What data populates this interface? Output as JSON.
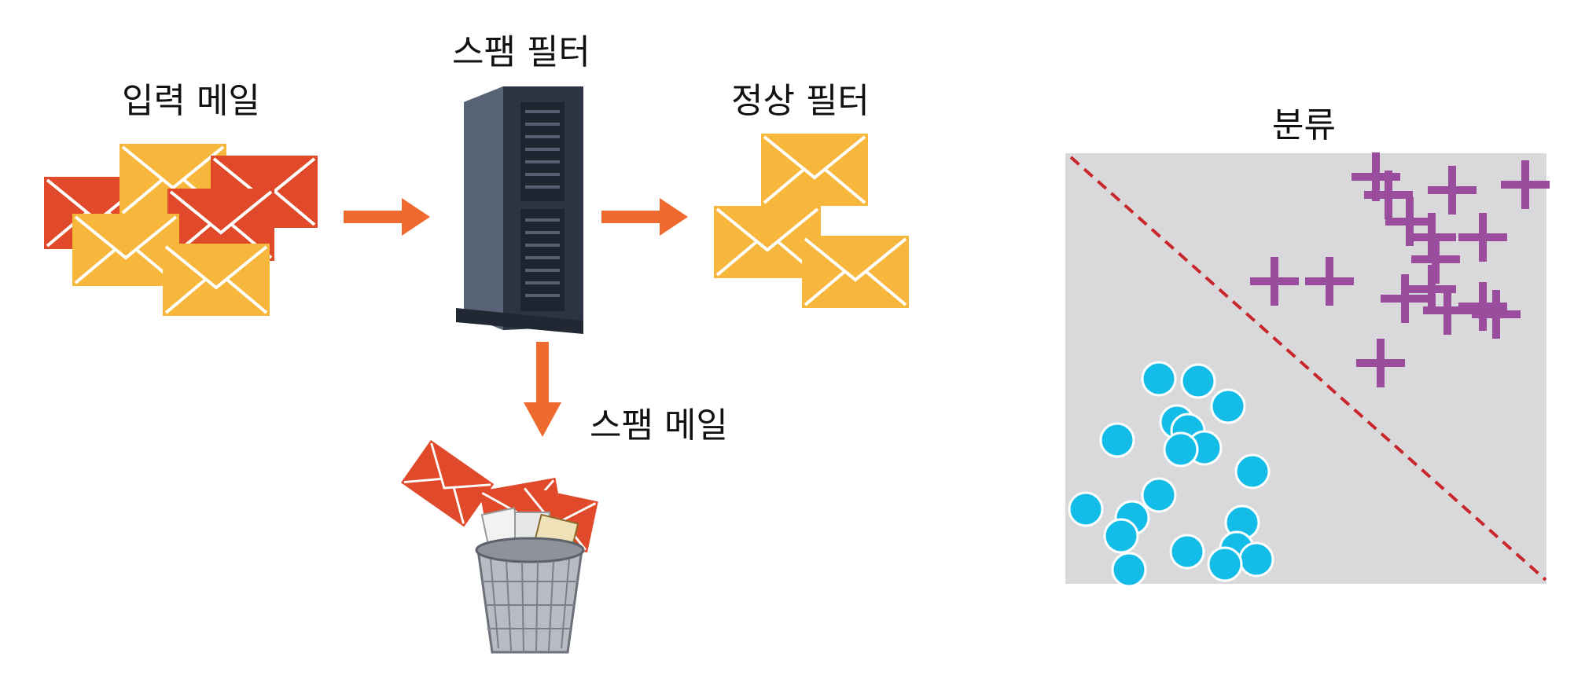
{
  "labels": {
    "input_mail": "입력 메일",
    "spam_filter": "스팸 필터",
    "normal_filter": "정상 필터",
    "spam_mail": "스팸 메일",
    "classification": "분류"
  },
  "colors": {
    "spam_envelope": "#e04a2a",
    "normal_envelope": "#f6b73c",
    "arrow": "#ef6a2e",
    "panel_bg": "#d9d9db",
    "divider": "#c8262b",
    "plus_marker": "#9a4d9c",
    "circle_marker": "#14bde8"
  },
  "icons": {
    "server": "server-tower-icon",
    "trash": "trash-can-icon",
    "envelope": "envelope-icon"
  }
}
